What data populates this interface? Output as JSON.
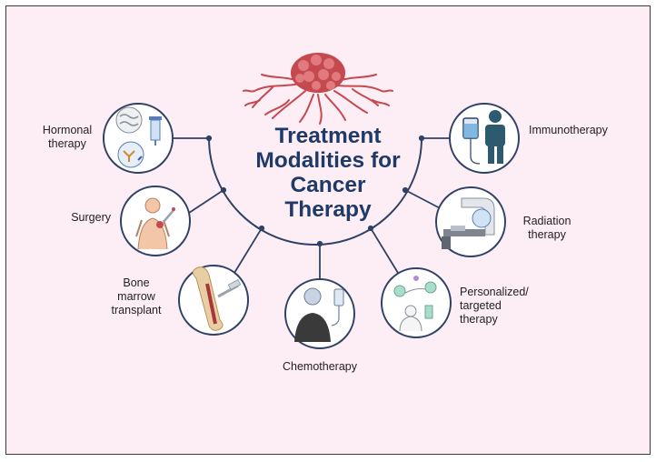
{
  "title": [
    "Treatment",
    "Modalities for",
    "Cancer",
    "Therapy"
  ],
  "modalities": [
    {
      "lines": [
        "Hormonal",
        "therapy"
      ],
      "icon": "hormone-icon"
    },
    {
      "lines": [
        "Surgery"
      ],
      "icon": "surgery-icon"
    },
    {
      "lines": [
        "Bone",
        "marrow",
        "transplant"
      ],
      "icon": "bone-marrow-icon"
    },
    {
      "lines": [
        "Chemotherapy"
      ],
      "icon": "chemotherapy-icon"
    },
    {
      "lines": [
        "Personalized/",
        "targeted",
        "therapy"
      ],
      "icon": "targeted-therapy-icon"
    },
    {
      "lines": [
        "Radiation",
        "therapy"
      ],
      "icon": "radiation-icon"
    },
    {
      "lines": [
        "Immunotherapy"
      ],
      "icon": "immunotherapy-icon"
    }
  ],
  "colors": {
    "background": "#fdeef6",
    "title": "#1f3a66",
    "lines": "#2f4266",
    "tumor": "#c44a4f",
    "icon_circle": "#ffffff"
  }
}
